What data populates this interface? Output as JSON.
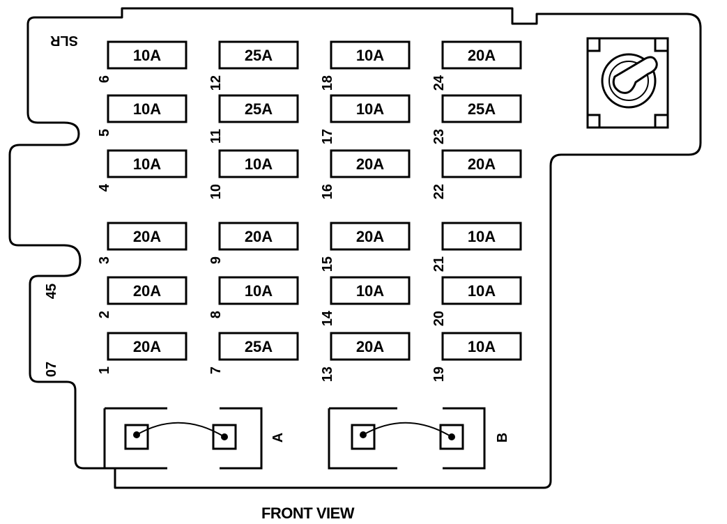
{
  "caption": "FRONT VIEW",
  "corner_label": "SLR",
  "side_labels": [
    "45",
    "07"
  ],
  "relays": [
    {
      "label": "A"
    },
    {
      "label": "B"
    }
  ],
  "fuses": [
    {
      "number": "1",
      "rating": "20A"
    },
    {
      "number": "2",
      "rating": "20A"
    },
    {
      "number": "3",
      "rating": "20A"
    },
    {
      "number": "4",
      "rating": "10A"
    },
    {
      "number": "5",
      "rating": "10A"
    },
    {
      "number": "6",
      "rating": "10A"
    },
    {
      "number": "7",
      "rating": "25A"
    },
    {
      "number": "8",
      "rating": "10A"
    },
    {
      "number": "9",
      "rating": "20A"
    },
    {
      "number": "10",
      "rating": "10A"
    },
    {
      "number": "11",
      "rating": "25A"
    },
    {
      "number": "12",
      "rating": "25A"
    },
    {
      "number": "13",
      "rating": "20A"
    },
    {
      "number": "14",
      "rating": "10A"
    },
    {
      "number": "15",
      "rating": "20A"
    },
    {
      "number": "16",
      "rating": "20A"
    },
    {
      "number": "17",
      "rating": "10A"
    },
    {
      "number": "18",
      "rating": "10A"
    },
    {
      "number": "19",
      "rating": "10A"
    },
    {
      "number": "20",
      "rating": "10A"
    },
    {
      "number": "21",
      "rating": "10A"
    },
    {
      "number": "22",
      "rating": "20A"
    },
    {
      "number": "23",
      "rating": "25A"
    },
    {
      "number": "24",
      "rating": "20A"
    }
  ],
  "colors": {
    "line": "#000000",
    "background": "#ffffff"
  }
}
